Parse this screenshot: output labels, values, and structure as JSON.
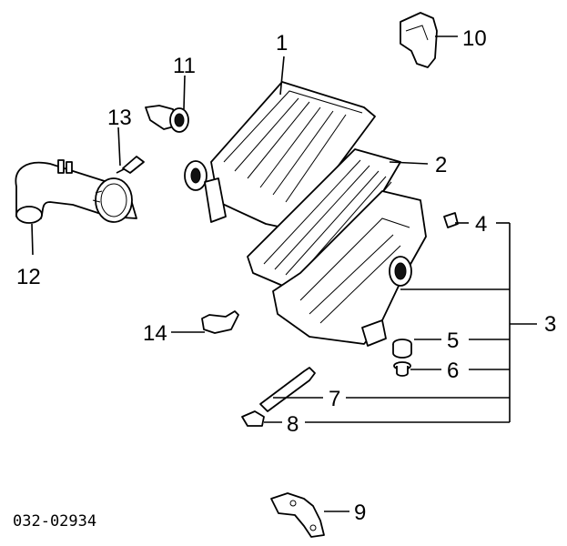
{
  "diagram": {
    "callouts": {
      "c1": "1",
      "c2": "2",
      "c3": "3",
      "c4": "4",
      "c5": "5",
      "c6": "6",
      "c7": "7",
      "c8": "8",
      "c9": "9",
      "c10": "10",
      "c11": "11",
      "c12": "12",
      "c13": "13",
      "c14": "14"
    },
    "code": "032-02934"
  }
}
